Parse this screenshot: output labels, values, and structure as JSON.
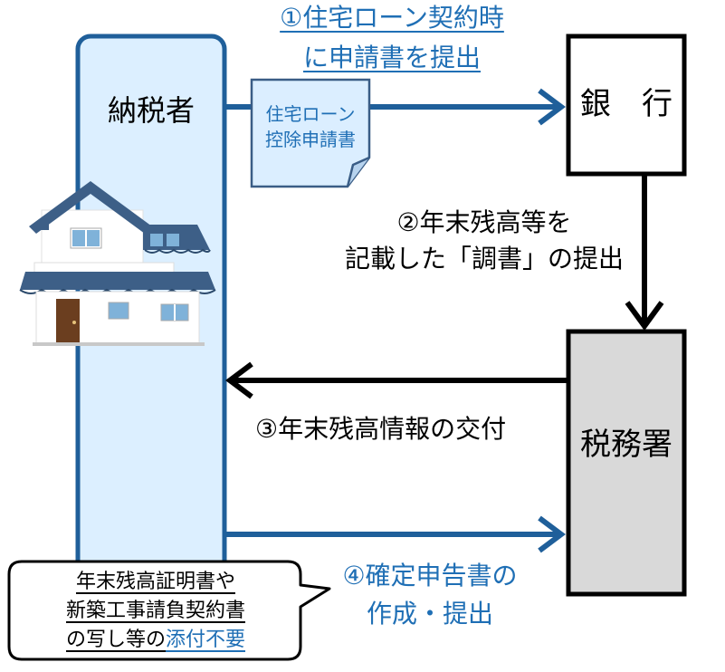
{
  "taxpayer": {
    "label": "納税者"
  },
  "bank": {
    "label": "銀　行"
  },
  "tax_office": {
    "label": "税務署"
  },
  "document": {
    "line1": "住宅ローン",
    "line2": "控除申請書"
  },
  "step1": {
    "line1": "①住宅ローン契約時",
    "line2": "に申請書を提出"
  },
  "step2": {
    "line1": "②年末残高等を",
    "line2": "記載した「調書」の提出"
  },
  "step3": {
    "label": "③年末残高情報の交付"
  },
  "step4": {
    "line1": "④確定申告書の",
    "line2": "作成・提出"
  },
  "bubble": {
    "line1": "年末残高証明書や",
    "line2": "新築工事請負契約書",
    "line3_prefix": "の写し等の",
    "line3_highlight": "添付不要"
  },
  "colors": {
    "accent": "#1f6fb5",
    "taxpayer_fill": "#dcefff",
    "office_fill": "#d9d9d9",
    "doc_fill": "#dbeeff",
    "roof": "#3d5f87"
  },
  "icons": {
    "house": "house-icon",
    "document": "document-icon",
    "arrows": "arrow-right-icon, arrow-left-icon, arrow-down-icon"
  }
}
